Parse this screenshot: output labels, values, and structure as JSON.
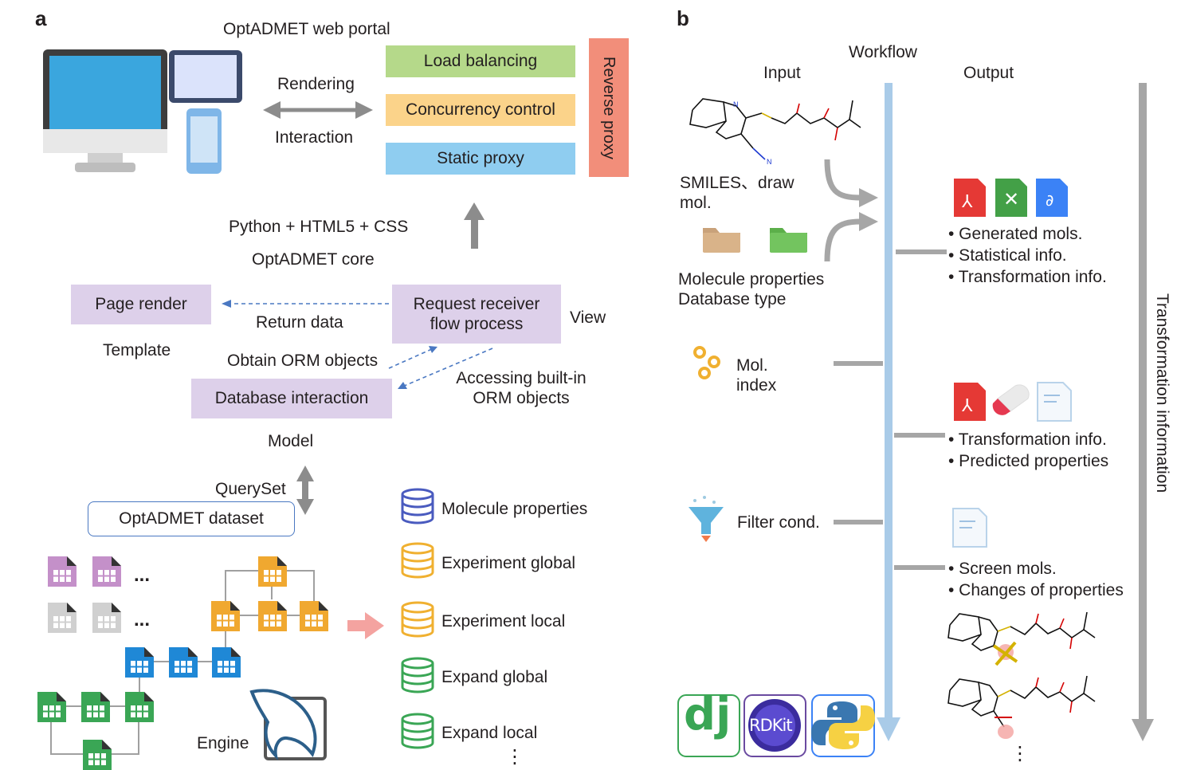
{
  "panel_a": {
    "label": "a",
    "portal_title": "OptADMET web portal",
    "rendering": "Rendering",
    "interaction": "Interaction",
    "server_boxes": [
      "Load balancing",
      "Concurrency control",
      "Static proxy"
    ],
    "reverse_proxy": "Reverse proxy",
    "tech_stack": "Python + HTML5 + CSS",
    "core_title": "OptADMET core",
    "page_render": "Page render",
    "template": "Template",
    "return_data": "Return data",
    "request_receiver_line1": "Request receiver",
    "request_receiver_line2": "flow process",
    "view": "View",
    "obtain_orm": "Obtain ORM objects",
    "accessing_line1": "Accessing built-in",
    "accessing_line2": "ORM objects",
    "database_interaction": "Database interaction",
    "model": "Model",
    "queryset": "QuerySet",
    "dataset": "OptADMET dataset",
    "ellipsis_h": "...",
    "engine": "Engine",
    "databases": [
      {
        "label": "Molecule properties",
        "color": "#4a5bbf"
      },
      {
        "label": "Experiment global",
        "color": "#f0b030"
      },
      {
        "label": "Experiment local",
        "color": "#f0b030"
      },
      {
        "label": "Expand global",
        "color": "#3aa655"
      },
      {
        "label": "Expand local",
        "color": "#3aa655"
      }
    ],
    "ellipsis_v": "⋮"
  },
  "panel_b": {
    "label": "b",
    "workflow": "Workflow",
    "input": "Input",
    "output": "Output",
    "smiles_line1": "SMILES、draw",
    "smiles_line2": "mol.",
    "mol_props_line1": "Molecule properties",
    "mol_props_line2": "Database type",
    "mol_index_line1": "Mol.",
    "mol_index_line2": "index",
    "filter_cond": "Filter cond.",
    "output_group1": [
      "• Generated mols.",
      "• Statistical info.",
      "• Transformation info."
    ],
    "output_group2": [
      "• Transformation info.",
      "• Predicted properties"
    ],
    "output_group3": [
      "• Screen mols.",
      "• Changes of properties"
    ],
    "transformation_information": "Transformation information",
    "rdkit_logo": "RDKit",
    "django_logo": "dj",
    "ellipsis_v": "⋮"
  },
  "colors": {
    "load_balancing": "#b5d98a",
    "concurrency": "#fbd38a",
    "static_proxy": "#8fcdf0",
    "reverse_proxy": "#f28e7a",
    "core_box": "#ddd0ea",
    "workflow_arrow": "#a9cbe8",
    "gray": "#a6a6a6"
  }
}
